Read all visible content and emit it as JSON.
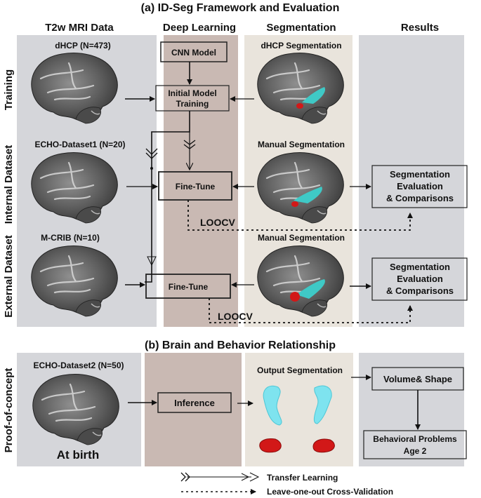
{
  "section_a_title": "(a)   ID-Seg Framework and Evaluation",
  "section_b_title": "(b)   Brain and Behavior Relationship",
  "columns": {
    "mri": "T2w MRI Data",
    "deep_learning": "Deep Learning",
    "segmentation": "Segmentation",
    "results": "Results"
  },
  "rows": {
    "training": "Training",
    "internal": "Internal Dataset",
    "external": "External Dataset",
    "proof": "Proof-of-concept"
  },
  "datasets": {
    "dhcp": "dHCP (N=473)",
    "echo1": "ECHO-Dataset1 (N=20)",
    "mcrib": "M-CRIB (N=10)",
    "echo2": "ECHO-Dataset2 (N=50)",
    "at_birth": "At birth"
  },
  "segmentation_labels": {
    "dhcp": "dHCP Segmentation",
    "manual_internal": "Manual Segmentation",
    "manual_external": "Manual Segmentation",
    "output": "Output Segmentation"
  },
  "boxes": {
    "cnn_line1": "CNN Model",
    "initial_line1": "Initial Model",
    "initial_line2": "Training",
    "finetune_internal": "Fine-Tune",
    "finetune_external": "Fine-Tune",
    "inference": "Inference",
    "eval1_line1": "Segmentation",
    "eval1_line2": "Evaluation",
    "eval1_line3": "& Comparisons",
    "eval2_line1": "Segmentation",
    "eval2_line2": "Evaluation",
    "eval2_line3": "& Comparisons",
    "volume_shape": "Volume& Shape",
    "behavior_line1": "Behavioral Problems",
    "behavior_line2": "Age 2"
  },
  "loocv_labels": {
    "internal": "LOOCV",
    "external": "LOOCV"
  },
  "legend": {
    "transfer": "Transfer Learning",
    "loocv": "Leave-one-out Cross-Validation"
  },
  "colors": {
    "mri_panel": "#d5d6da",
    "dl_panel": "#c9b9b3",
    "seg_panel": "#e9e4dc",
    "results_panel": "#d5d6da",
    "hippocampus": "#3fc9c6",
    "amygdala": "#d21818"
  }
}
